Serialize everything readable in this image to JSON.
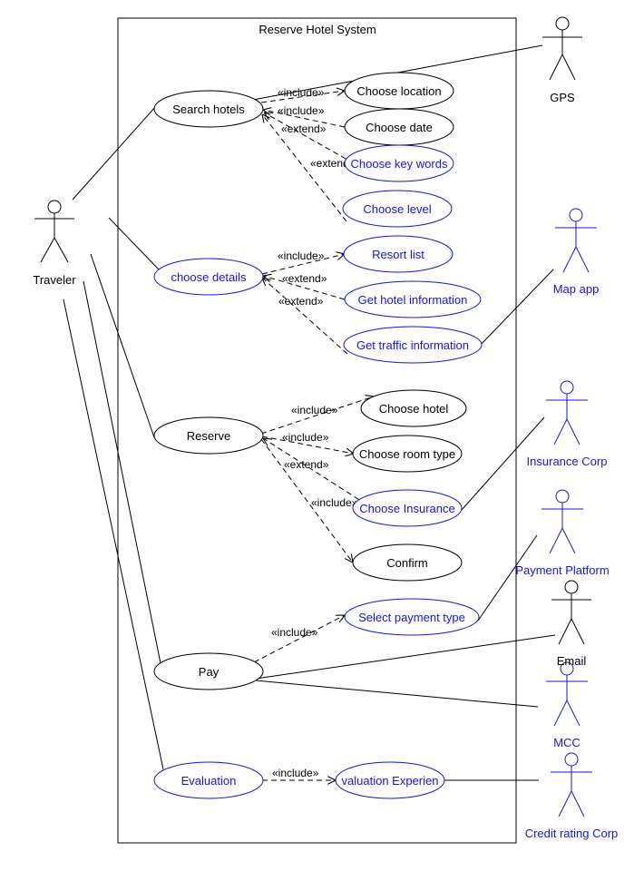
{
  "system": {
    "title": "Reserve Hotel System"
  },
  "colors": {
    "black": "#000000",
    "blue": "#1515e6",
    "background": "#ffffff"
  },
  "actors": {
    "traveler": {
      "label": "Traveler",
      "color": "black"
    },
    "gps": {
      "label": "GPS",
      "color": "black"
    },
    "map_app": {
      "label": "Map app",
      "color": "blue"
    },
    "insurance_corp": {
      "label": "Insurance Corp",
      "color": "blue"
    },
    "payment_platform": {
      "label": "Payment Platform",
      "color": "blue"
    },
    "email": {
      "label": "Email",
      "color": "black"
    },
    "mcc": {
      "label": "MCC",
      "color": "blue"
    },
    "credit_rating_corp": {
      "label": "Credit rating Corp",
      "color": "blue"
    }
  },
  "use_cases": {
    "search_hotels": {
      "label": "Search hotels",
      "color": "black"
    },
    "choose_location": {
      "label": "Choose location",
      "color": "black"
    },
    "choose_date": {
      "label": "Choose date",
      "color": "black"
    },
    "choose_key_words": {
      "label": "Choose key words",
      "color": "blue"
    },
    "choose_level": {
      "label": "Choose level",
      "color": "blue"
    },
    "choose_details": {
      "label": "choose details",
      "color": "blue"
    },
    "resort_list": {
      "label": "Resort list",
      "color": "blue"
    },
    "get_hotel_information": {
      "label": "Get hotel information",
      "color": "blue"
    },
    "get_traffic_information": {
      "label": "Get traffic information",
      "color": "blue"
    },
    "reserve": {
      "label": "Reserve",
      "color": "black"
    },
    "choose_hotel": {
      "label": "Choose hotel",
      "color": "black"
    },
    "choose_room_type": {
      "label": "Choose room type",
      "color": "black"
    },
    "choose_insurance": {
      "label": "Choose Insurance",
      "color": "blue"
    },
    "confirm": {
      "label": "Confirm",
      "color": "black"
    },
    "select_payment_type": {
      "label": "Select payment type",
      "color": "blue"
    },
    "pay": {
      "label": "Pay",
      "color": "black"
    },
    "evaluation": {
      "label": "Evaluation",
      "color": "blue"
    },
    "evaluation_experience": {
      "label": "valuation Experien",
      "color": "blue"
    }
  },
  "relations": {
    "include": "«include»",
    "extend": "«extend»"
  }
}
